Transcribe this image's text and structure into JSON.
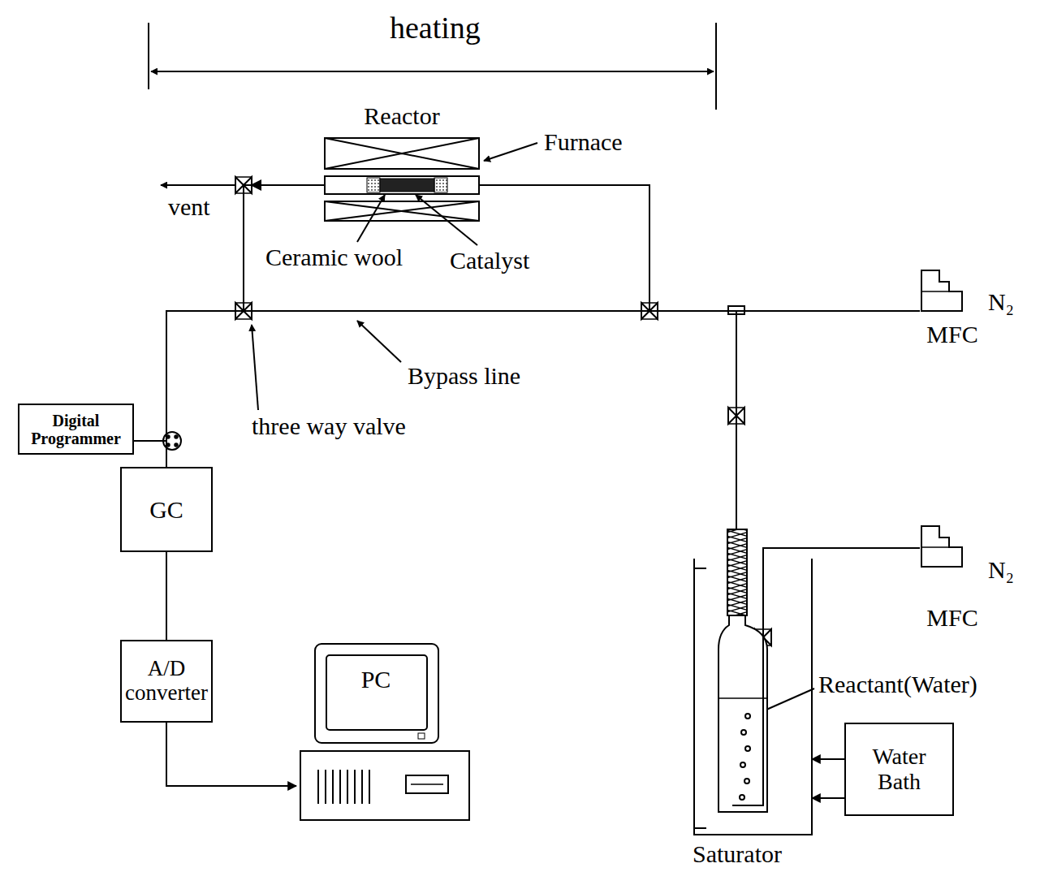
{
  "diagram": {
    "nodes": [
      {
        "text": [
          "Reactor"
        ]
      },
      {
        "text": [
          "Digital Programmer"
        ]
      },
      {
        "text": [
          "GC"
        ]
      },
      {
        "text": [
          "A/D converter"
        ]
      },
      {
        "text": [
          "PC"
        ]
      },
      {
        "text": [
          "MFC",
          "N₂"
        ]
      },
      {
        "text": [
          "MFC",
          "N₂"
        ]
      },
      {
        "text": [
          "Water Bath"
        ]
      },
      {
        "text": [
          "Saturator"
        ]
      }
    ],
    "edges": [
      {
        "from": 5,
        "to": 0,
        "arrow": "none"
      },
      {
        "from": 8,
        "to": 0,
        "arrow": "none"
      },
      {
        "from": 5,
        "to": 2,
        "arrow": "none"
      },
      {
        "from": 8,
        "to": 2,
        "arrow": "none"
      },
      {
        "from": 0,
        "to": 2,
        "arrow": "none"
      },
      {
        "from": 1,
        "to": 2,
        "arrow": "none"
      },
      {
        "from": 2,
        "to": 3,
        "arrow": "none"
      },
      {
        "from": 3,
        "to": 4,
        "arrow": "to"
      },
      {
        "from": 7,
        "to": 8,
        "arrow": "to"
      },
      {
        "from": 7,
        "to": 8,
        "arrow": "to"
      },
      {
        "from": 6,
        "to": 8,
        "arrow": "none"
      }
    ],
    "labels": [
      "heating",
      "Furnace",
      "vent",
      "Ceramic wool",
      "Catalyst",
      "Bypass line",
      "three way valve",
      "Reactant(Water)"
    ]
  }
}
